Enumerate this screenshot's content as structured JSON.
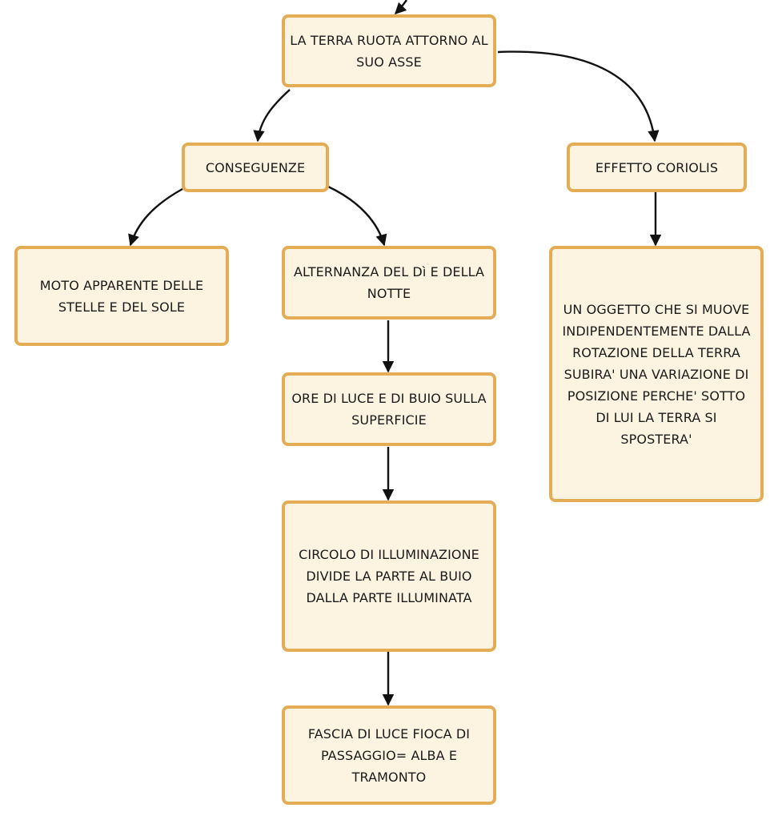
{
  "colors": {
    "node_fill": "#fdf3e1",
    "node_border": "#e4ad55",
    "edge": "#111111",
    "text": "#1a1a1a"
  },
  "nodes": {
    "root": "LA TERRA RUOTA ATTORNO AL SUO ASSE",
    "conseguenze": "CONSEGUENZE",
    "coriolis": "EFFETTO CORIOLIS",
    "moto": "MOTO APPARENTE DELLE STELLE E DEL SOLE",
    "alternanza": "ALTERNANZA DEL Dì E DELLA NOTTE",
    "ore": "ORE DI LUCE E DI BUIO SULLA SUPERFICIE",
    "circolo": "CIRCOLO DI ILLUMINAZIONE DIVIDE LA PARTE AL BUIO DALLA PARTE ILLUMINATA",
    "fascia": "FASCIA DI LUCE FIOCA DI PASSAGGIO= ALBA E TRAMONTO",
    "oggetto": "UN OGGETTO CHE SI MUOVE INDIPENDENTEMENTE DALLA ROTAZIONE DELLA TERRA SUBIRA' UNA VARIAZIONE DI POSIZIONE PERCHE' SOTTO DI LUI LA TERRA SI SPOSTERA'"
  }
}
